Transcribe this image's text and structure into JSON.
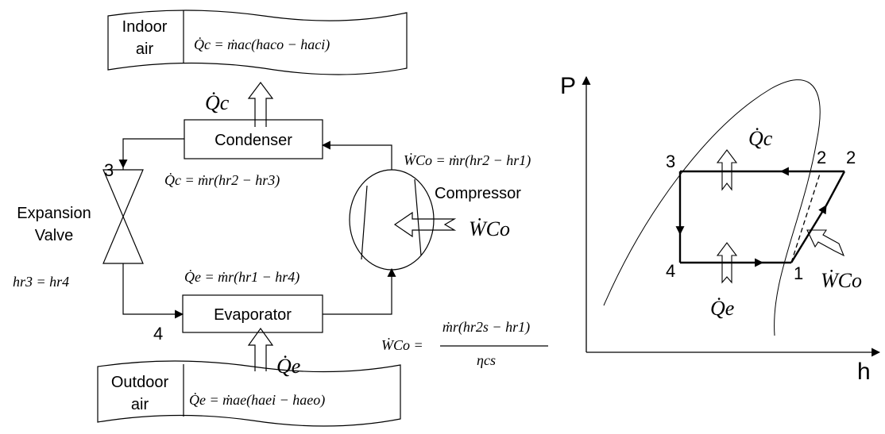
{
  "cycle": {
    "indoor_label_1": "Indoor",
    "indoor_label_2": "air",
    "eq_qc_air": "Q̇c = ṁac(haco − haci)",
    "qc_symbol": "Q̇c",
    "condenser": "Condenser",
    "eq_qc_ref": "Q̇c = ṁr(hr2 − hr3)",
    "state3": "3",
    "expansion_1": "Expansion",
    "expansion_2": "Valve",
    "eq_h3h4": "hr3 = hr4",
    "eq_qe_ref": "Q̇e = ṁr(hr1 − hr4)",
    "evaporator": "Evaporator",
    "state4": "4",
    "qe_symbol": "Q̇e",
    "outdoor_label_1": "Outdoor",
    "outdoor_label_2": "air",
    "eq_qe_air": "Q̇e = ṁae(haei − haeo)",
    "eq_wco_ref": "ẆCo = ṁr(hr2 − hr1)",
    "compressor": "Compressor",
    "wco_symbol": "ẆCo",
    "eq_wco_lhs": "ẆCo =",
    "eq_wco_num": "ṁr(hr2s − hr1)",
    "eq_wco_den": "ηcs"
  },
  "ph_diagram": {
    "y_axis": "P",
    "x_axis": "h",
    "qc": "Q̇c",
    "qe": "Q̇e",
    "wco": "ẆCo",
    "s1": "1",
    "s2s": "2",
    "s2": "2",
    "s3": "3",
    "s4": "4"
  }
}
